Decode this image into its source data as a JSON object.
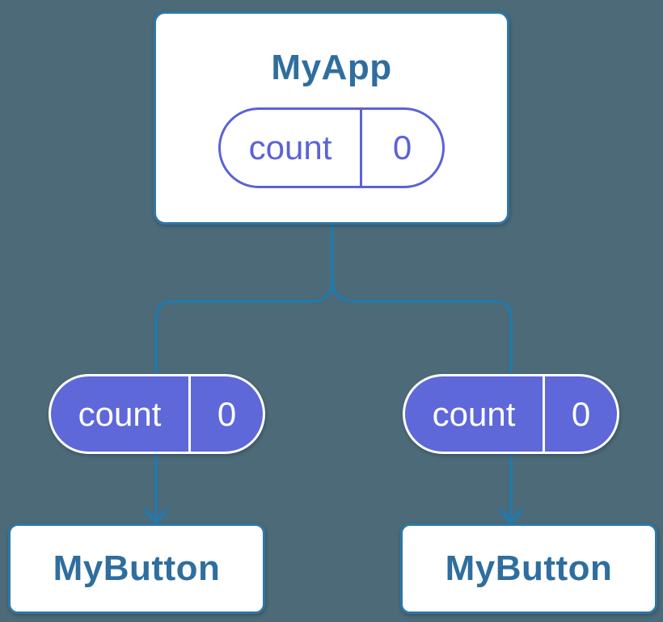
{
  "theme": {
    "bg": "#4C6A77",
    "line-blue": "#2279AB",
    "border-blue": "#2E77A8",
    "text-blue": "#2F6E9E",
    "purple-stroke": "#5B63D6",
    "purple-fill": "#5E68D8",
    "white": "#FFFFFF"
  },
  "diagram": {
    "type": "component-tree",
    "root": {
      "title": "MyApp",
      "state": {
        "name": "count",
        "value": "0"
      }
    },
    "children": [
      {
        "title": "MyButton",
        "state": {
          "name": "count",
          "value": "0"
        }
      },
      {
        "title": "MyButton",
        "state": {
          "name": "count",
          "value": "0"
        }
      }
    ]
  }
}
